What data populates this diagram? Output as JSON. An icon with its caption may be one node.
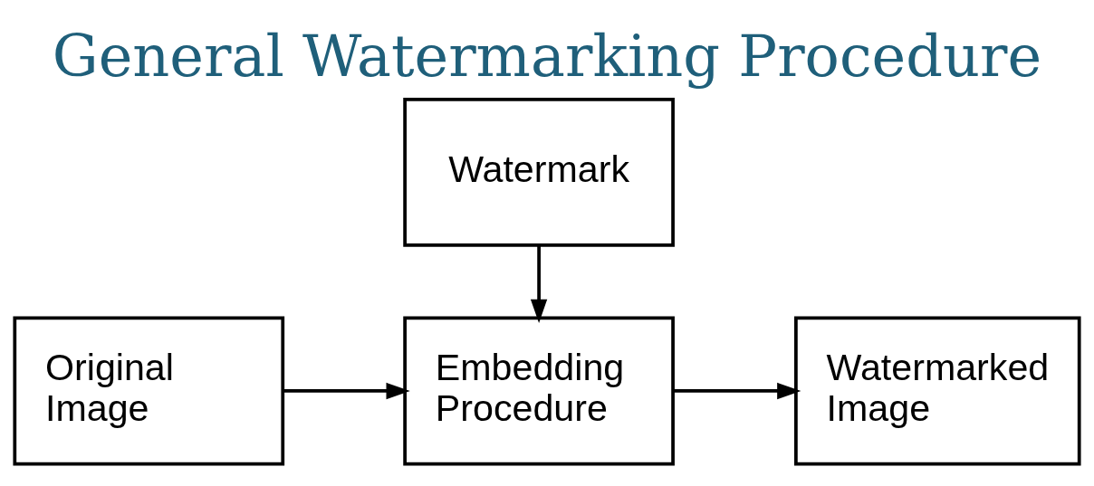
{
  "diagram": {
    "title": "General Watermarking Procedure",
    "nodes": [
      {
        "text": [
          "Watermark"
        ]
      },
      {
        "text": [
          "Original Image"
        ]
      },
      {
        "text": [
          "Embedding Procedure"
        ]
      },
      {
        "text": [
          "Watermarked Image"
        ]
      }
    ],
    "edges": [
      {
        "from": 0,
        "to": 2,
        "arrow": "to"
      },
      {
        "from": 1,
        "to": 2,
        "arrow": "to"
      },
      {
        "from": 2,
        "to": 3,
        "arrow": "to"
      }
    ]
  }
}
